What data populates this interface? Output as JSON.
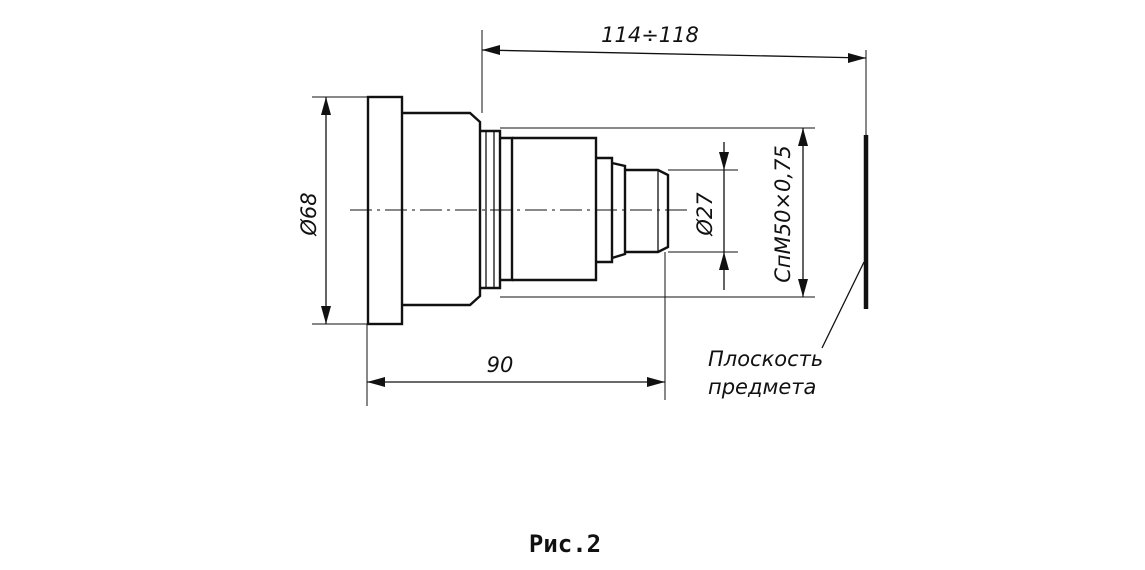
{
  "dimensions": {
    "overall_length": "114÷118",
    "body_length": "90",
    "flange_diameter": "Ø68",
    "tip_diameter": "Ø27",
    "thread": "СпМ50×0,75"
  },
  "callout": {
    "line1": "Плоскость",
    "line2": "предмета"
  },
  "caption": "Рис.2"
}
